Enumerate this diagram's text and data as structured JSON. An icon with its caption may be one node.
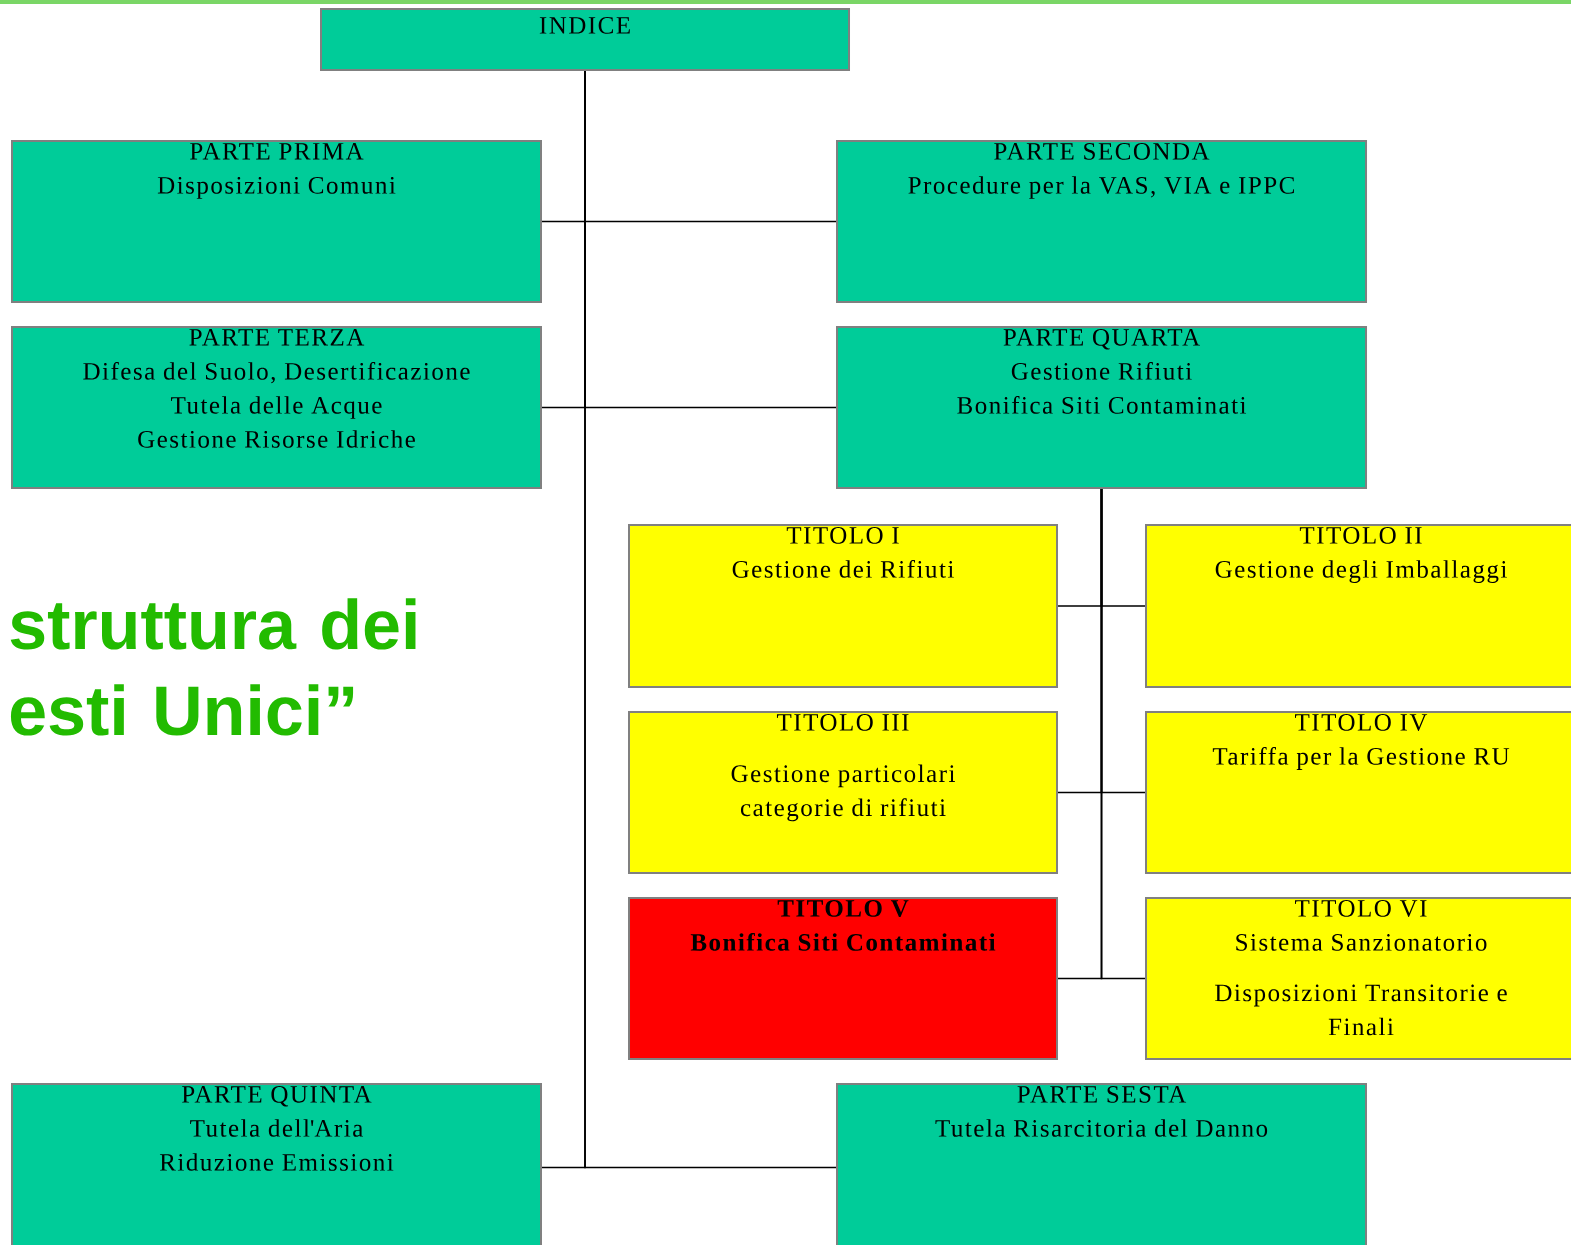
{
  "diagram": {
    "title": "struttura dei esti Unici”",
    "nodes": [
      {
        "text": [
          "INDICE"
        ]
      },
      {
        "text": [
          "PARTE PRIMA",
          "Disposizioni Comuni"
        ]
      },
      {
        "text": [
          "PARTE SECONDA",
          "Procedure per la VAS, VIA e IPPC"
        ]
      },
      {
        "text": [
          "PARTE TERZA",
          "Difesa del Suolo, Desertificazione",
          "Tutela delle Acque",
          "Gestione Risorse Idriche"
        ]
      },
      {
        "text": [
          "PARTE QUARTA",
          "Gestione Rifiuti",
          "Bonifica Siti Contaminati"
        ]
      },
      {
        "text": [
          "TITOLO I",
          "Gestione dei Rifiuti"
        ]
      },
      {
        "text": [
          "TITOLO II",
          "Gestione degli Imballaggi"
        ]
      },
      {
        "text": [
          "TITOLO III",
          "Gestione particolari categorie di rifiuti"
        ]
      },
      {
        "text": [
          "TITOLO IV",
          "Tariffa per la Gestione RU"
        ]
      },
      {
        "text": [
          "TITOLO V",
          "Bonifica  Siti Contaminati"
        ]
      },
      {
        "text": [
          "TITOLO VI",
          "Sistema Sanzionatorio",
          "Disposizioni Transitorie e Finali"
        ]
      },
      {
        "text": [
          "PARTE QUINTA",
          "Tutela dell'Aria",
          "Riduzione Emissioni"
        ]
      },
      {
        "text": [
          "PARTE SESTA",
          "Tutela Risarcitoria del Danno"
        ]
      }
    ],
    "edges": [
      {
        "from": 0,
        "to": 1,
        "arrow": "none"
      },
      {
        "from": 0,
        "to": 2,
        "arrow": "none"
      },
      {
        "from": 0,
        "to": 3,
        "arrow": "none"
      },
      {
        "from": 0,
        "to": 4,
        "arrow": "none"
      },
      {
        "from": 4,
        "to": 5,
        "arrow": "none"
      },
      {
        "from": 4,
        "to": 6,
        "arrow": "none"
      },
      {
        "from": 4,
        "to": 7,
        "arrow": "none"
      },
      {
        "from": 4,
        "to": 8,
        "arrow": "none"
      },
      {
        "from": 4,
        "to": 9,
        "arrow": "none"
      },
      {
        "from": 4,
        "to": 10,
        "arrow": "none"
      },
      {
        "from": 0,
        "to": 11,
        "arrow": "none"
      },
      {
        "from": 0,
        "to": 12,
        "arrow": "none"
      }
    ]
  }
}
